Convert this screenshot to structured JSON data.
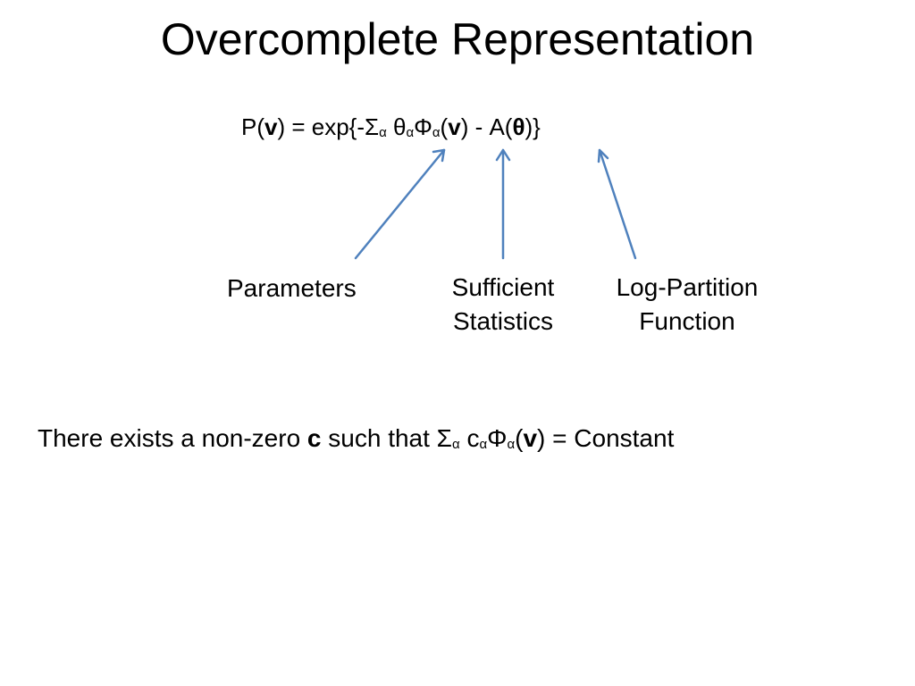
{
  "slide": {
    "title": "Overcomplete Representation"
  },
  "formula": {
    "p_open": "P(",
    "v1": "v",
    "eq_exp": ") = exp{-Σ",
    "alpha1": "α",
    "theta": " θ",
    "alpha2": "α",
    "phi": "Φ",
    "alpha3": "α",
    "paren_open": "(",
    "v2": "v",
    "minus_a": ") - A(",
    "theta_bold": "θ",
    "close": ")}"
  },
  "labels": {
    "parameters": "Parameters",
    "sufficient_line1": "Sufficient",
    "sufficient_line2": "Statistics",
    "logpartition_line1": "Log-Partition",
    "logpartition_line2": "Function"
  },
  "statement": {
    "prefix": "There exists a non-zero ",
    "c_bold": "c",
    "middle": " such that Σ",
    "alpha1": "α",
    "c_term": " c",
    "alpha2": "α",
    "phi": "Φ",
    "alpha3": "α",
    "paren_open": "(",
    "v": "v",
    "suffix": ") = Constant"
  },
  "colors": {
    "arrow": "#4f81bd",
    "text": "#000000",
    "background": "#ffffff"
  }
}
